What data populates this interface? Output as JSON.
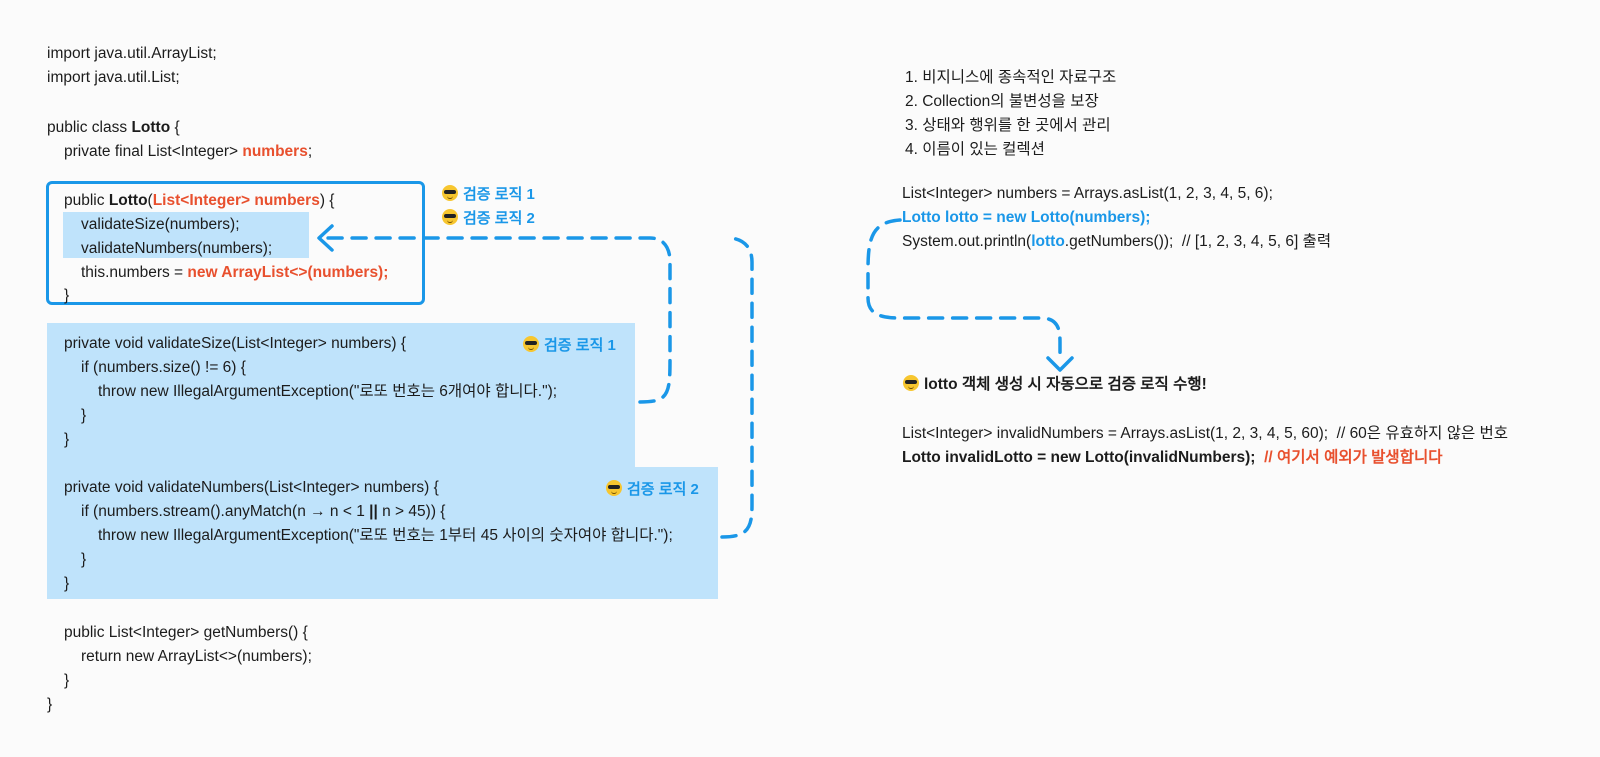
{
  "code": {
    "imports": [
      "import java.util.ArrayList;",
      "import java.util.List;"
    ],
    "class_prefix": "public class ",
    "class_name": "Lotto",
    "class_suffix": " {",
    "field_prefix": "private final List<Integer> ",
    "field_name": "numbers",
    "field_suffix": ";",
    "ctor_prefix": "public ",
    "ctor_name": "Lotto",
    "ctor_open": "(",
    "ctor_param": "List<Integer> numbers",
    "ctor_close": ") {",
    "ctor_call1": "validateSize(numbers);",
    "ctor_call2": "validateNumbers(numbers);",
    "ctor_assign_prefix": "this.numbers = ",
    "ctor_assign_value": "new ArrayList<>(numbers);",
    "close_brace": "}",
    "vs_sig": "private void validateSize(List<Integer> numbers) {",
    "vs_if": "if (numbers.size() != 6) {",
    "vs_throw": "throw new IllegalArgumentException(\"로또 번호는 6개여야 합니다.\");",
    "vn_sig": "private void validateNumbers(List<Integer> numbers) {",
    "vn_if_a": "if (numbers.stream().anyMatch(n → n < 1 ",
    "vn_if_op": "||",
    "vn_if_b": " n > 45)) {",
    "vn_throw": "throw new IllegalArgumentException(\"로또 번호는 1부터 45 사이의 숫자여야 합니다.\");",
    "gn_sig": "public List<Integer> getNumbers() {",
    "gn_return": "return new ArrayList<>(numbers);"
  },
  "tags": {
    "logic1": "검증 로직 1",
    "logic2": "검증 로직 2"
  },
  "features": [
    "1. 비지니스에 종속적인 자료구조",
    "2. Collection의 불변성을 보장",
    "3. 상태와 행위를 한 곳에서 관리",
    "4. 이름이 있는 컬렉션"
  ],
  "usage": {
    "line1": "List<Integer> numbers = Arrays.asList(1, 2, 3, 4, 5, 6);",
    "line2": "Lotto lotto = new Lotto(numbers);",
    "line3_a": "System.out.println(",
    "line3_var": "lotto",
    "line3_b": ".getNumbers());  // [1, 2, 3, 4, 5, 6] 출력"
  },
  "note": "lotto 객체 생성 시 자동으로 검증 로직 수행!",
  "invalid": {
    "line1": "List<Integer> invalidNumbers = Arrays.asList(1, 2, 3, 4, 5, 60);  // 60은 유효하지 않은 번호",
    "line2_code": "Lotto invalidLotto = new Lotto(invalidNumbers);",
    "line2_comment": "  // 여기서 예외가 발생합니다"
  },
  "colors": {
    "accent_blue": "#1a97e8",
    "accent_red": "#e8502e",
    "highlight": "#bfe3fb"
  }
}
